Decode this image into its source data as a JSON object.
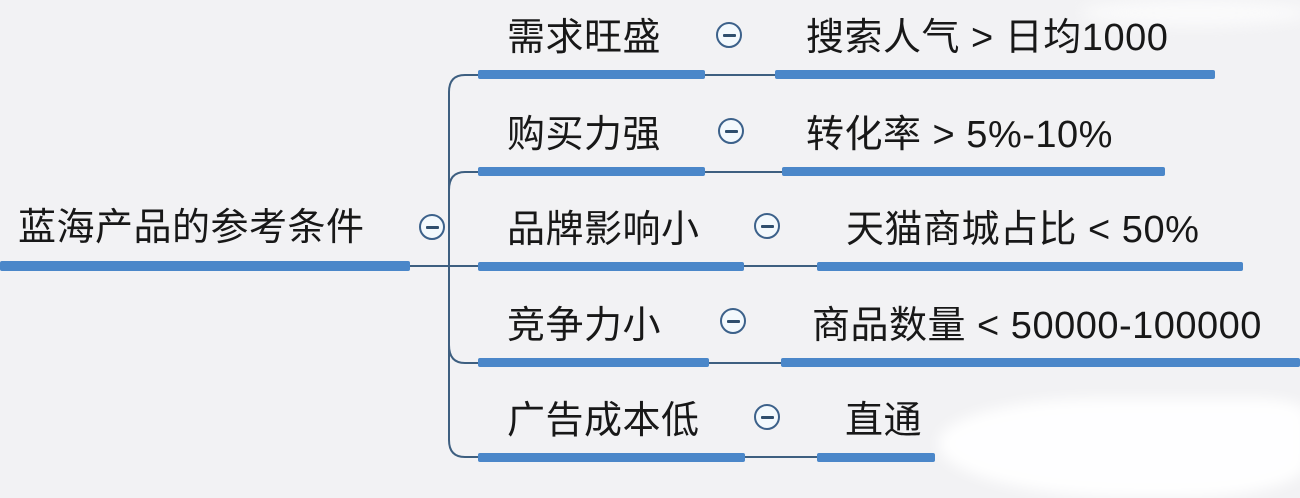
{
  "canvas": {
    "background": "#f2f2f4",
    "underline_color": "#4b87c9",
    "wire_color": "#3e5f80",
    "collapse_icon": "minus-in-circle"
  },
  "root": {
    "label": "蓝海产品的参考条件"
  },
  "branches": [
    {
      "topic": "需求旺盛",
      "detail": "搜索人气 > 日均1000"
    },
    {
      "topic": "购买力强",
      "detail": "转化率 > 5%-10%"
    },
    {
      "topic": "品牌影响小",
      "detail": "天猫商城占比 < 50%"
    },
    {
      "topic": "竞争力小",
      "detail": "商品数量 < 50000-100000"
    },
    {
      "topic": "广告成本低",
      "detail": "直通"
    }
  ]
}
